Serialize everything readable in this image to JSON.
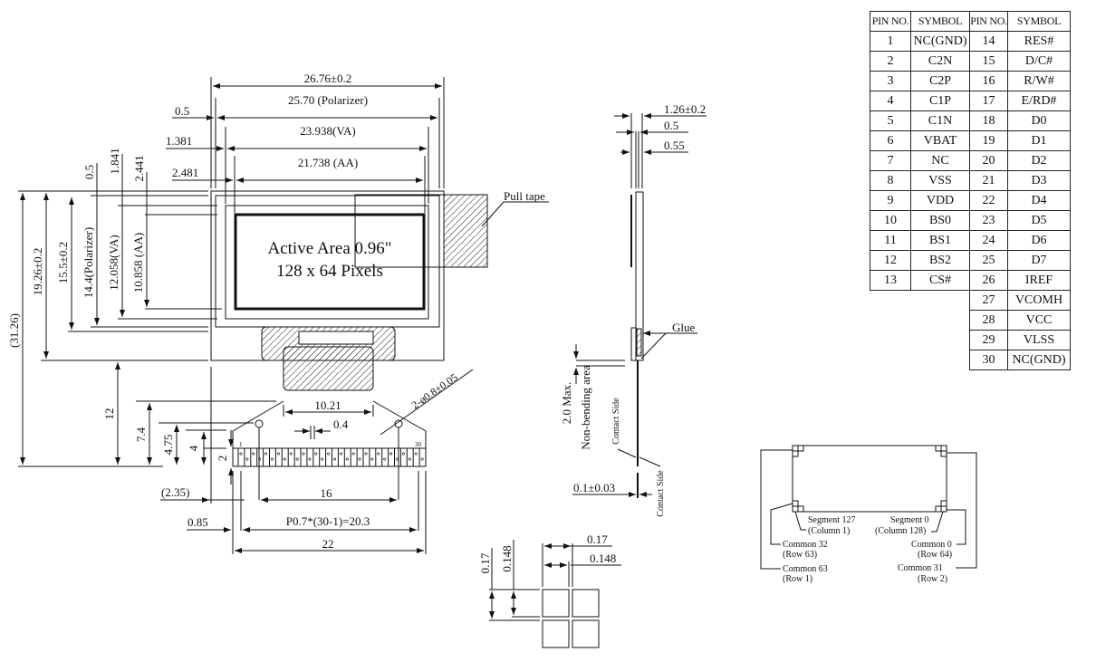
{
  "front_view": {
    "width_overall": "26.76±0.2",
    "width_polarizer": "25.70 (Polarizer)",
    "width_va": "23.938(VA)",
    "width_aa": "21.738 (AA)",
    "offset_polarizer_x": "0.5",
    "offset_va_x": "1.381",
    "offset_aa_x": "2.481",
    "offset_polarizer_y": "0.5",
    "offset_va_y": "1.841",
    "offset_aa_y": "2.441",
    "height_total": "(31.26)",
    "height_panel": "19.26±0.2",
    "height_glass": "15.5±0.2",
    "height_polarizer": "14.4(Polarizer)",
    "height_va": "12.058(VA)",
    "height_aa": "10.858 (AA)",
    "active_area_line1": "Active Area 0.96\"",
    "active_area_line2": "128 x 64 Pixels",
    "pull_tape_label": "Pull tape"
  },
  "fpc": {
    "dim_12": "12",
    "dim_7_4": "7.4",
    "dim_4_75": "4.75",
    "dim_4": "4",
    "dim_2": "2",
    "width_10_21": "10.21",
    "dim_0_4": "0.4",
    "hole_spec": "2-ø0.8±0.05",
    "dim_2_35": "(2.35)",
    "hole_pitch": "16",
    "dim_0_85": "0.85",
    "pin_pitch": "P0.7*(30-1)=20.3",
    "fpc_width": "22",
    "pin_first": "1",
    "pin_last": "30"
  },
  "side_view": {
    "thickness": "1.26±0.2",
    "dim_0_5": "0.5",
    "dim_0_55": "0.55",
    "glue_label": "Glue",
    "non_bending_1": "2.0 Max.",
    "non_bending_2": "Non-bending area",
    "contact_side_1": "Contact Side",
    "contact_side_2": "Contact Side",
    "fpc_thickness": "0.1±0.03"
  },
  "pixel_detail": {
    "pitch_v": "0.17",
    "size_v": "0.148",
    "pitch_h": "0.17",
    "size_h": "0.148"
  },
  "scan_map": {
    "seg127": "Segment 127",
    "col1": "(Column 1)",
    "seg0": "Segment 0",
    "col128": "(Column 128)",
    "com32": "Common 32",
    "row63": "(Row 63)",
    "com0": "Common 0",
    "row64": "(Row 64)",
    "com63": "Common 63",
    "row1": "(Row 1)",
    "com31": "Common 31",
    "row2": "(Row 2)"
  },
  "pin_table": {
    "headers": [
      "PIN NO.",
      "SYMBOL",
      "PIN NO.",
      "SYMBOL"
    ],
    "left": [
      [
        "1",
        "NC(GND)"
      ],
      [
        "2",
        "C2N"
      ],
      [
        "3",
        "C2P"
      ],
      [
        "4",
        "C1P"
      ],
      [
        "5",
        "C1N"
      ],
      [
        "6",
        "VBAT"
      ],
      [
        "7",
        "NC"
      ],
      [
        "8",
        "VSS"
      ],
      [
        "9",
        "VDD"
      ],
      [
        "10",
        "BS0"
      ],
      [
        "11",
        "BS1"
      ],
      [
        "12",
        "BS2"
      ],
      [
        "13",
        "CS#"
      ]
    ],
    "right": [
      [
        "14",
        "RES#"
      ],
      [
        "15",
        "D/C#"
      ],
      [
        "16",
        "R/W#"
      ],
      [
        "17",
        "E/RD#"
      ],
      [
        "18",
        "D0"
      ],
      [
        "19",
        "D1"
      ],
      [
        "20",
        "D2"
      ],
      [
        "21",
        "D3"
      ],
      [
        "22",
        "D4"
      ],
      [
        "23",
        "D5"
      ],
      [
        "24",
        "D6"
      ],
      [
        "25",
        "D7"
      ],
      [
        "26",
        "IREF"
      ],
      [
        "27",
        "VCOMH"
      ],
      [
        "28",
        "VCC"
      ],
      [
        "29",
        "VLSS"
      ],
      [
        "30",
        "NC(GND)"
      ]
    ]
  }
}
